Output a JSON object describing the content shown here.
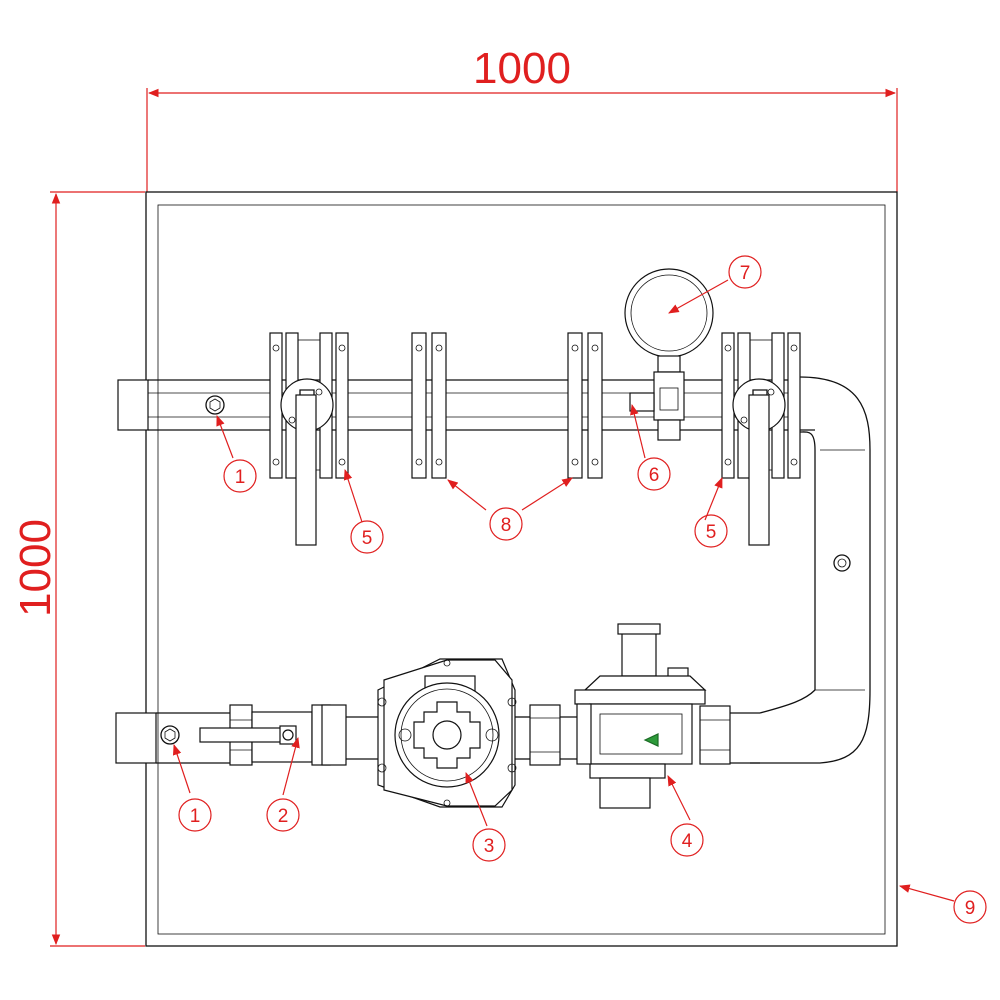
{
  "dimensions": {
    "width_label": "1000",
    "height_label": "1000"
  },
  "callouts": {
    "c1a": "1",
    "c1b": "1",
    "c2": "2",
    "c3": "3",
    "c4": "4",
    "c5a": "5",
    "c5b": "5",
    "c6": "6",
    "c7": "7",
    "c8": "8",
    "c9": "9"
  },
  "colors": {
    "annotation": "#e01f1f",
    "linework": "#111111"
  }
}
